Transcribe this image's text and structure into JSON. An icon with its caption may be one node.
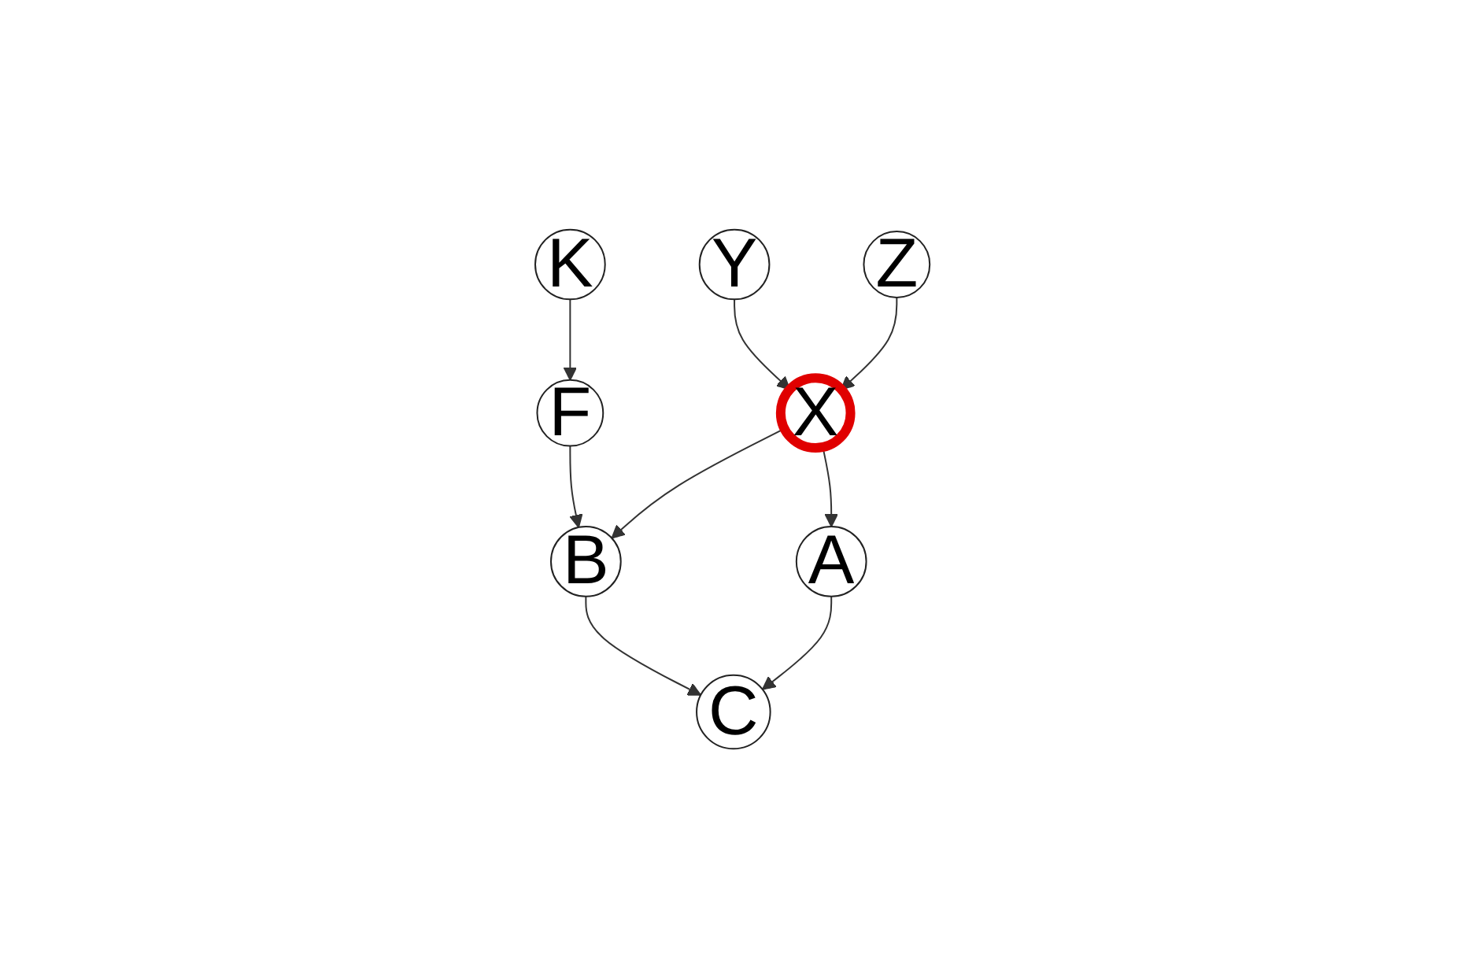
{
  "diagram": {
    "nodes": [
      {
        "text": [
          "K"
        ]
      },
      {
        "text": [
          "Y"
        ]
      },
      {
        "text": [
          "Z"
        ]
      },
      {
        "text": [
          "F"
        ]
      },
      {
        "text": [
          "X"
        ]
      },
      {
        "text": [
          "B"
        ]
      },
      {
        "text": [
          "A"
        ]
      },
      {
        "text": [
          "C"
        ]
      }
    ],
    "edges": [
      {
        "from": 0,
        "to": 3,
        "arrow": "to"
      },
      {
        "from": 3,
        "to": 5,
        "arrow": "to"
      },
      {
        "from": 1,
        "to": 4,
        "arrow": "to"
      },
      {
        "from": 2,
        "to": 4,
        "arrow": "to"
      },
      {
        "from": 4,
        "to": 5,
        "arrow": "to"
      },
      {
        "from": 4,
        "to": 6,
        "arrow": "to"
      },
      {
        "from": 5,
        "to": 7,
        "arrow": "to"
      },
      {
        "from": 6,
        "to": 7,
        "arrow": "to"
      }
    ]
  }
}
